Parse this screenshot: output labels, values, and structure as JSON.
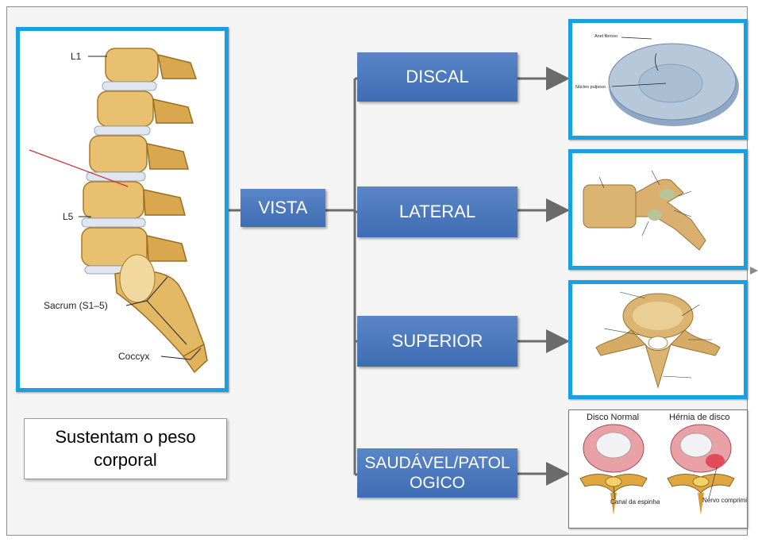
{
  "nodes": {
    "vista": "VISTA",
    "discal": "DISCAL",
    "lateral": "LATERAL",
    "superior": "SUPERIOR",
    "saudavel": "SAUDÁVEL/PATOLOGICO"
  },
  "note": "Sustentam o peso corporal",
  "spine_labels": {
    "l1": "L1",
    "l5": "L5",
    "sacrum": "Sacrum (S1–5)",
    "coccyx": "Coccyx"
  },
  "disc_labels": {
    "anel": "Anel fibroso",
    "nucleo": "Núcleo pulposo"
  },
  "hernia_labels": {
    "normal": "Disco Normal",
    "hernia": "Hérnia de disco",
    "canal": "Canal da espinha",
    "nervo": "Nervo comprimido"
  }
}
